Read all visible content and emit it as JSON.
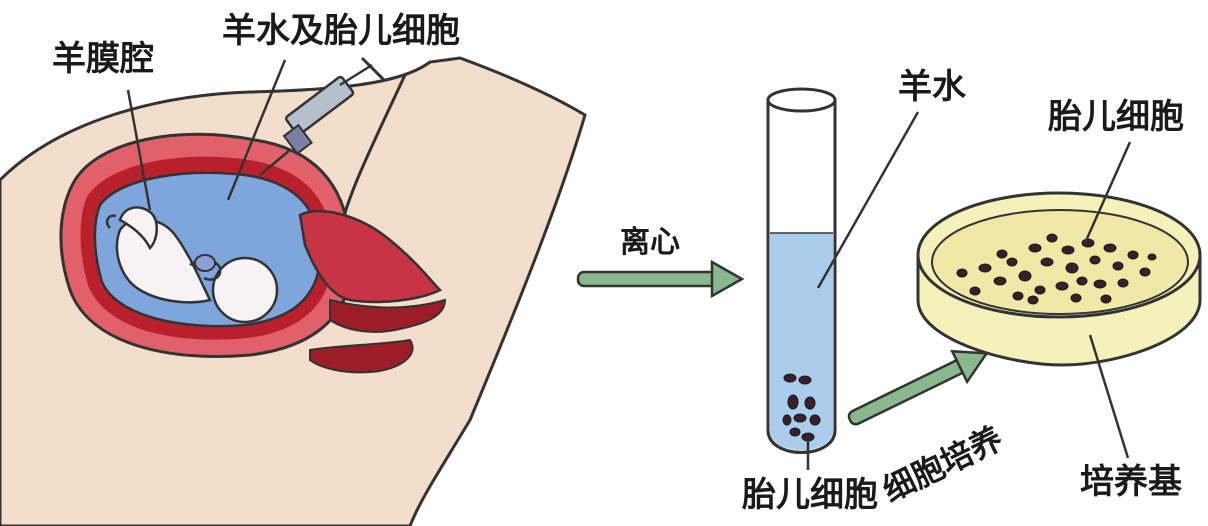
{
  "labels": {
    "amniotic_cavity": "羊膜腔",
    "amniotic_fluid_and_fetal_cells": "羊水及胎儿细胞",
    "centrifuge": "离心",
    "amniotic_fluid": "羊水",
    "fetal_cells_tube": "胎儿细胞",
    "fetal_cells_dish": "胎儿细胞",
    "cell_culture": "细胞培养",
    "culture_medium": "培养基"
  },
  "colors": {
    "skin": "#f3ddcb",
    "outline": "#333333",
    "uterus_wall": "#e2606a",
    "uterus_dark": "#b8202c",
    "amniotic_fluid": "#7fa6dc",
    "fetus": "#f7f3f5",
    "tube_liquid": "#a9cdea",
    "arrow_green": "#8ab88c",
    "dish_medium": "#f5f1ba",
    "cells": "#3a1f2a"
  }
}
